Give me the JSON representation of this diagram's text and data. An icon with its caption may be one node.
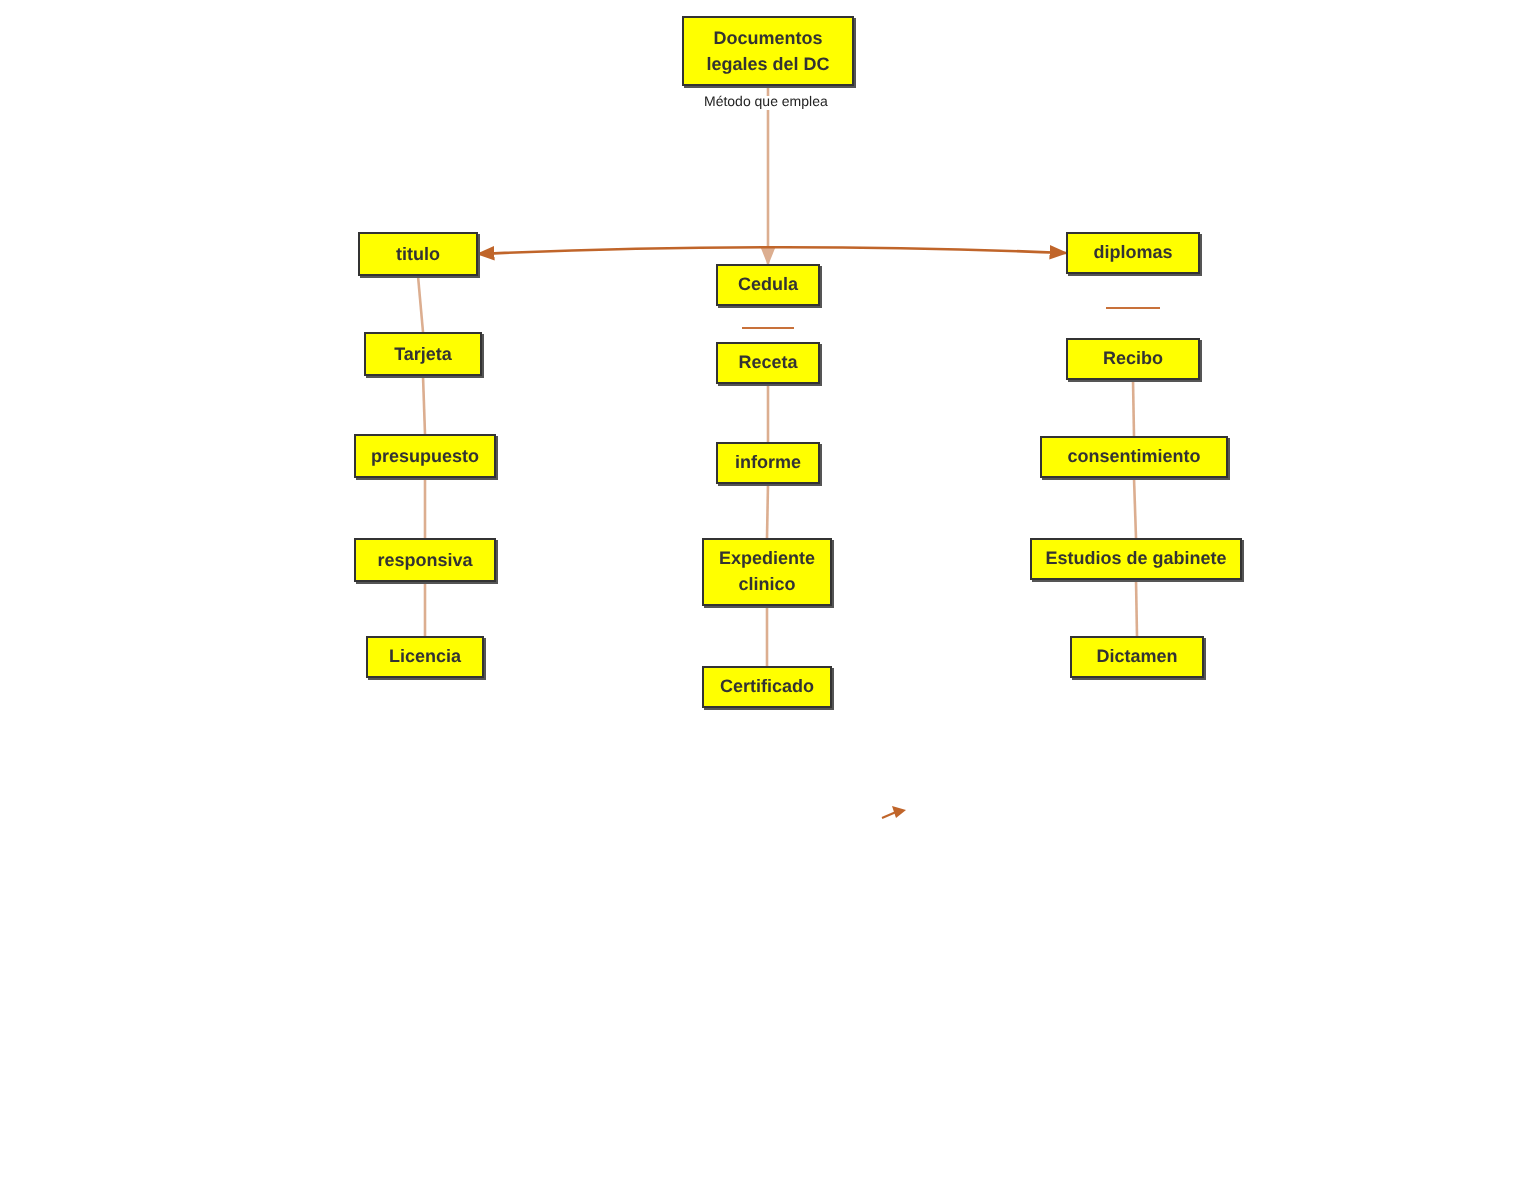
{
  "diagram": {
    "nodes": [
      {
        "text": [
          "Documentos legales del DC"
        ]
      },
      {
        "text": [
          "titulo"
        ]
      },
      {
        "text": [
          "Cedula"
        ]
      },
      {
        "text": [
          "diplomas"
        ]
      },
      {
        "text": [
          "Tarjeta"
        ]
      },
      {
        "text": [
          "Receta"
        ]
      },
      {
        "text": [
          "Recibo"
        ]
      },
      {
        "text": [
          "presupuesto"
        ]
      },
      {
        "text": [
          "informe"
        ]
      },
      {
        "text": [
          "consentimiento"
        ]
      },
      {
        "text": [
          "responsiva"
        ]
      },
      {
        "text": [
          "Expediente clinico"
        ]
      },
      {
        "text": [
          "Estudios de gabinete"
        ]
      },
      {
        "text": [
          "Licencia"
        ]
      },
      {
        "text": [
          "Certificado"
        ]
      },
      {
        "text": [
          "Dictamen"
        ]
      }
    ],
    "edges": [
      {
        "from": 0,
        "to": 2,
        "arrow": "to",
        "label": "Método que emplea"
      },
      {
        "from": 1,
        "to": 3,
        "arrow": "both",
        "color": "#c0652a"
      },
      {
        "from": 1,
        "to": 4,
        "arrow": "none"
      },
      {
        "from": 4,
        "to": 7,
        "arrow": "none"
      },
      {
        "from": 7,
        "to": 10,
        "arrow": "none"
      },
      {
        "from": 10,
        "to": 13,
        "arrow": "none"
      },
      {
        "from": 5,
        "to": 8,
        "arrow": "none"
      },
      {
        "from": 8,
        "to": 11,
        "arrow": "none"
      },
      {
        "from": 11,
        "to": 14,
        "arrow": "none"
      },
      {
        "from": 6,
        "to": 9,
        "arrow": "none"
      },
      {
        "from": 9,
        "to": 12,
        "arrow": "none"
      },
      {
        "from": 12,
        "to": 15,
        "arrow": "none"
      }
    ]
  }
}
